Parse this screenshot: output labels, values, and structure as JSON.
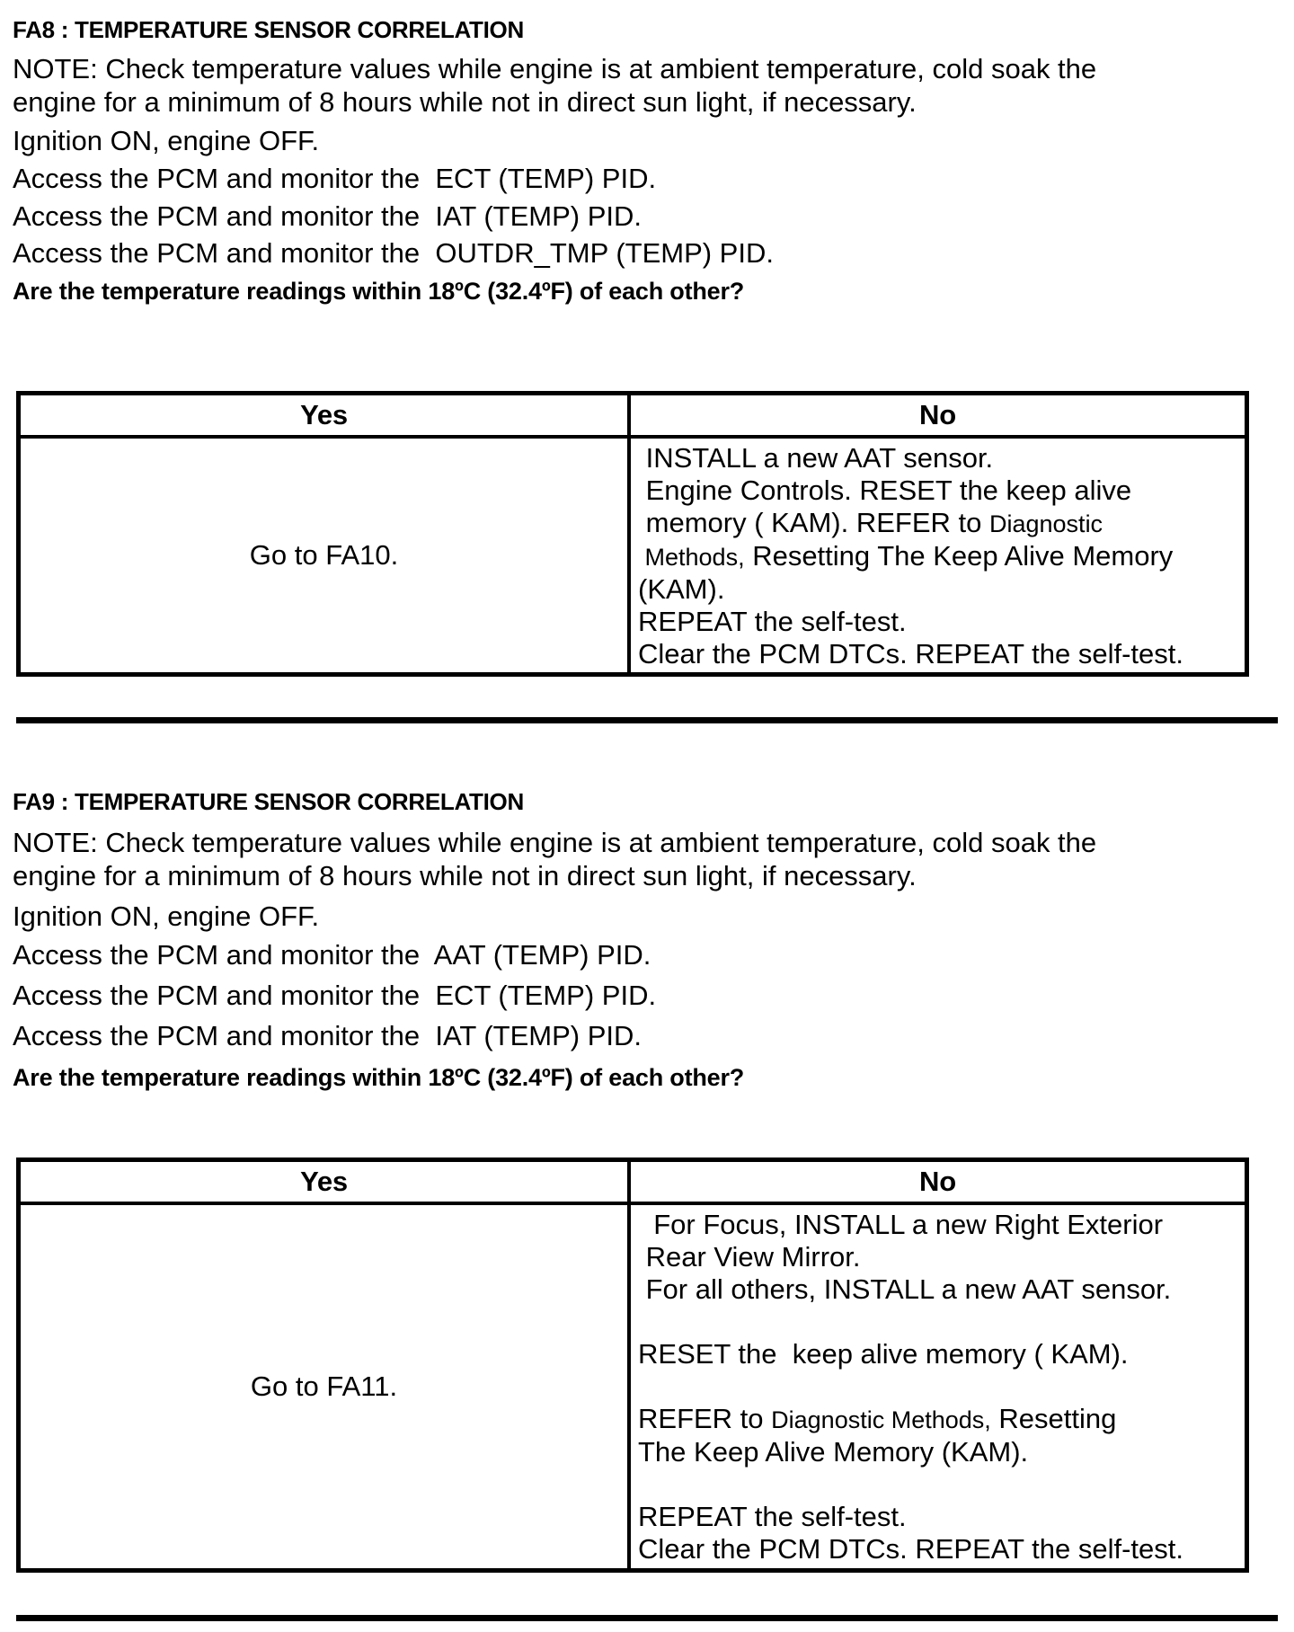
{
  "sections": [
    {
      "id": "FA8",
      "title": "FA8 : TEMPERATURE SENSOR CORRELATION",
      "note": "NOTE: Check temperature values while engine is at ambient temperature, cold soak the\nengine for a minimum of 8 hours while not in direct sun light, if necessary.",
      "steps": [
        "Ignition ON, engine OFF.",
        "Access the PCM and monitor the  ECT (TEMP) PID.",
        "Access the PCM and monitor the  IAT (TEMP) PID.",
        "Access the PCM and monitor the  OUTDR_TMP (TEMP) PID."
      ],
      "question": "Are the temperature readings within 18ºC (32.4ºF) of each other?",
      "table": {
        "headers": [
          "Yes",
          "No"
        ],
        "yes_action": "Go to FA10.",
        "no_lines": [
          [
            [
              "n",
              " INSTALL a new AAT sensor."
            ]
          ],
          [
            [
              "n",
              " Engine Controls. RESET the keep alive"
            ]
          ],
          [
            [
              "n",
              " memory ( KAM). REFER to "
            ],
            [
              "s",
              "Diagnostic"
            ]
          ],
          [
            [
              "s",
              " Methods,"
            ],
            [
              "n",
              " Resetting The Keep Alive Memory"
            ]
          ],
          [
            [
              "n",
              "(KAM)."
            ]
          ],
          [
            [
              "n",
              "REPEAT the self-test."
            ]
          ],
          [
            [
              "n",
              "Clear the PCM DTCs. REPEAT the self-test."
            ]
          ]
        ]
      }
    },
    {
      "id": "FA9",
      "title": "FA9 : TEMPERATURE SENSOR CORRELATION",
      "note": "NOTE: Check temperature values while engine is at ambient temperature, cold soak the\nengine for a minimum of 8 hours while not in direct sun light, if necessary.",
      "steps": [
        "Ignition ON, engine OFF.",
        "Access the PCM and monitor the  AAT (TEMP) PID.",
        "Access the PCM and monitor the  ECT (TEMP) PID.",
        "Access the PCM and monitor the  IAT (TEMP) PID."
      ],
      "question": "Are the temperature readings within 18ºC (32.4ºF) of each other?",
      "table": {
        "headers": [
          "Yes",
          "No"
        ],
        "yes_action": "Go to FA11.",
        "no_lines": [
          [
            [
              "n",
              "  For Focus, INSTALL a new Right Exterior"
            ]
          ],
          [
            [
              "n",
              " Rear View Mirror."
            ]
          ],
          [
            [
              "n",
              " For all others, INSTALL a new AAT sensor."
            ]
          ],
          [
            [
              "n",
              " "
            ]
          ],
          [
            [
              "n",
              "RESET the  keep alive memory ( KAM)."
            ]
          ],
          [
            [
              "n",
              " "
            ]
          ],
          [
            [
              "n",
              "REFER to "
            ],
            [
              "s",
              "Diagnostic Methods,"
            ],
            [
              "n",
              " Resetting"
            ]
          ],
          [
            [
              "n",
              "The Keep Alive Memory (KAM)."
            ]
          ],
          [
            [
              "n",
              " "
            ]
          ],
          [
            [
              "n",
              "REPEAT the self-test."
            ]
          ],
          [
            [
              "n",
              "Clear the PCM DTCs. REPEAT the self-test."
            ]
          ]
        ]
      }
    }
  ]
}
